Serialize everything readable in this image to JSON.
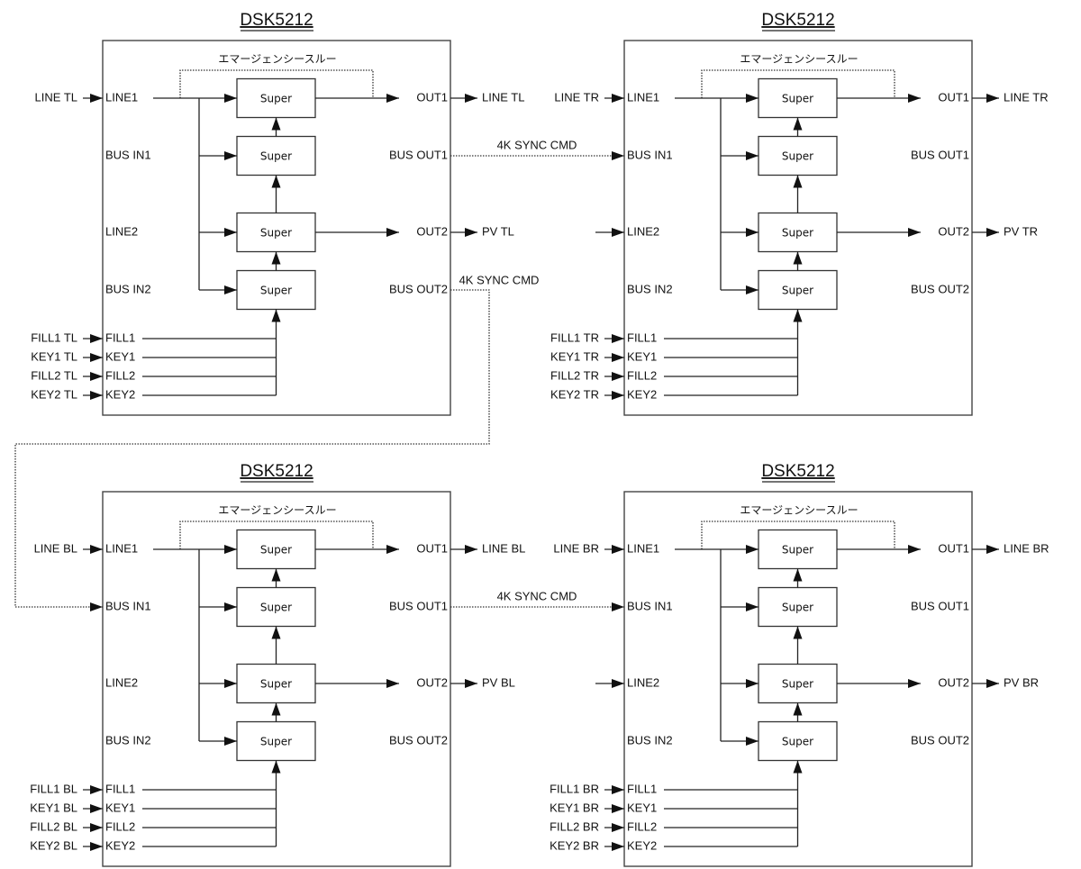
{
  "diagram": {
    "block_title": "DSK5212",
    "emergency_through_label": "エマージェンシースルー",
    "super_label": "Super",
    "port_labels": {
      "line1": "LINE1",
      "bus_in1": "BUS IN1",
      "line2": "LINE2",
      "bus_in2": "BUS IN2",
      "fill1": "FILL1",
      "key1": "KEY1",
      "fill2": "FILL2",
      "key2": "KEY2",
      "out1": "OUT1",
      "bus_out1": "BUS OUT1",
      "out2": "OUT2",
      "bus_out2": "BUS OUT2"
    },
    "blocks": [
      {
        "id": "tl",
        "title": "DSK5212",
        "inputs": {
          "line1": "LINE TL",
          "line2": "",
          "fill1": "FILL1 TL",
          "key1": "KEY1 TL",
          "fill2": "FILL2 TL",
          "key2": "KEY2 TL"
        },
        "outputs": {
          "out1": "LINE TL",
          "out2": "PV TL"
        }
      },
      {
        "id": "tr",
        "title": "DSK5212",
        "inputs": {
          "line1": "LINE TR",
          "line2": "",
          "fill1": "FILL1 TR",
          "key1": "KEY1 TR",
          "fill2": "FILL2 TR",
          "key2": "KEY2 TR"
        },
        "outputs": {
          "out1": "LINE TR",
          "out2": "PV TR"
        }
      },
      {
        "id": "bl",
        "title": "DSK5212",
        "inputs": {
          "line1": "LINE BL",
          "line2": "",
          "fill1": "FILL1 BL",
          "key1": "KEY1 BL",
          "fill2": "FILL2 BL",
          "key2": "KEY2 BL"
        },
        "outputs": {
          "out1": "LINE BL",
          "out2": "PV BL"
        }
      },
      {
        "id": "br",
        "title": "DSK5212",
        "inputs": {
          "line1": "LINE BR",
          "line2": "",
          "fill1": "FILL1 BR",
          "key1": "KEY1 BR",
          "fill2": "FILL2 BR",
          "key2": "KEY2 BR"
        },
        "outputs": {
          "out1": "LINE BR",
          "out2": "PV BR"
        }
      }
    ],
    "connections": [
      {
        "from": "tl.bus_out1",
        "to": "tr.bus_in1",
        "label": "4K SYNC CMD",
        "style": "dotted"
      },
      {
        "from": "tl.bus_out2",
        "to": "bl.bus_in1",
        "label": "4K SYNC CMD",
        "style": "dotted"
      },
      {
        "from": "bl.bus_out1",
        "to": "br.bus_in1",
        "label": "4K SYNC CMD",
        "style": "dotted"
      }
    ]
  }
}
